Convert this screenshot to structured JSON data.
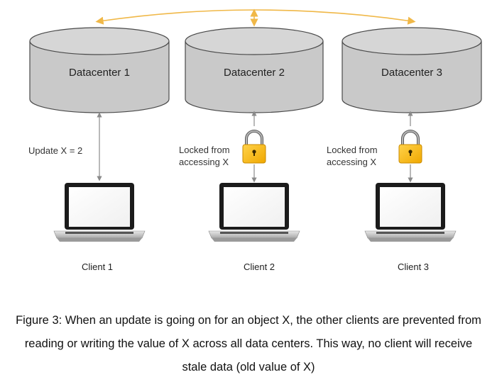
{
  "datacenters": [
    {
      "label": "Datacenter 1"
    },
    {
      "label": "Datacenter 2"
    },
    {
      "label": "Datacenter 3"
    }
  ],
  "clients": [
    {
      "label": "Client 1",
      "annotation_line1": "Update X = 2",
      "annotation_line2": "",
      "locked": false
    },
    {
      "label": "Client 2",
      "annotation_line1": "Locked from",
      "annotation_line2": "accessing X",
      "locked": true
    },
    {
      "label": "Client 3",
      "annotation_line1": "Locked from",
      "annotation_line2": "accessing X",
      "locked": true
    }
  ],
  "caption": "Figure 3: When an update is going on for an object X, the other clients are prevented from reading or writing the value of X across all data centers. This way, no client will receive stale data (old value of X)",
  "colors": {
    "cylinder_fill": "#c9c9c9",
    "cylinder_top": "#d6d6d6",
    "sync_arrow": "#f0b848",
    "lock_body": "#f5b81a",
    "connector": "#8a8a8a"
  },
  "icons": [
    "database-cylinder",
    "laptop-icon",
    "padlock-icon"
  ]
}
